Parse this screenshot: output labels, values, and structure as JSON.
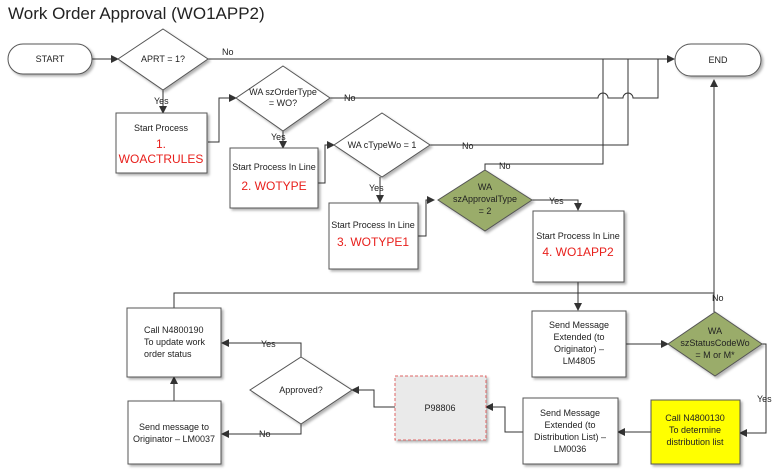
{
  "title": "Work Order Approval (WO1APP2)",
  "nodes": {
    "start": "START",
    "end": "END",
    "aprt": "APRT = 1?",
    "order_type": [
      "WA szOrderType",
      "= WO?"
    ],
    "ctype": "WA cTypeWo = 1",
    "approval_type": [
      "WA",
      "szApprovalType",
      "= 2"
    ],
    "status_code": [
      "WA",
      "szStatusCodeWo",
      "= M or M*"
    ],
    "approved": "Approved?",
    "proc1": {
      "line1": "Start Process",
      "num": "1.",
      "name": "WOACTRULES"
    },
    "proc2": {
      "line1": "Start Process In Line",
      "name": "2. WOTYPE"
    },
    "proc3": {
      "line1": "Start Process In Line",
      "name": "3. WOTYPE1"
    },
    "proc4": {
      "line1": "Start Process In Line",
      "name": "4. WO1APP2"
    },
    "send_originator_lm4805": [
      "Send Message",
      "Extended (to",
      "Originator) –",
      "LM4805"
    ],
    "call_n4800130": [
      "Call N4800130",
      "To determine",
      "distribution list"
    ],
    "send_distribution_lm0036": [
      "Send Message",
      "Extended (to",
      "Distribution List) –",
      "LM0036"
    ],
    "p98806": "P98806",
    "send_originator_lm0037": [
      "Send message to",
      "Originator – LM0037"
    ],
    "call_n4800190": [
      "Call N4800190",
      "To update work",
      "order status"
    ]
  },
  "edge_labels": {
    "no": "No",
    "yes": "Yes"
  },
  "colors": {
    "green_decision": "#9aac6a",
    "highlight": "#ffff00",
    "red_text": "#e8201c",
    "p98806_border": "#e06666"
  }
}
